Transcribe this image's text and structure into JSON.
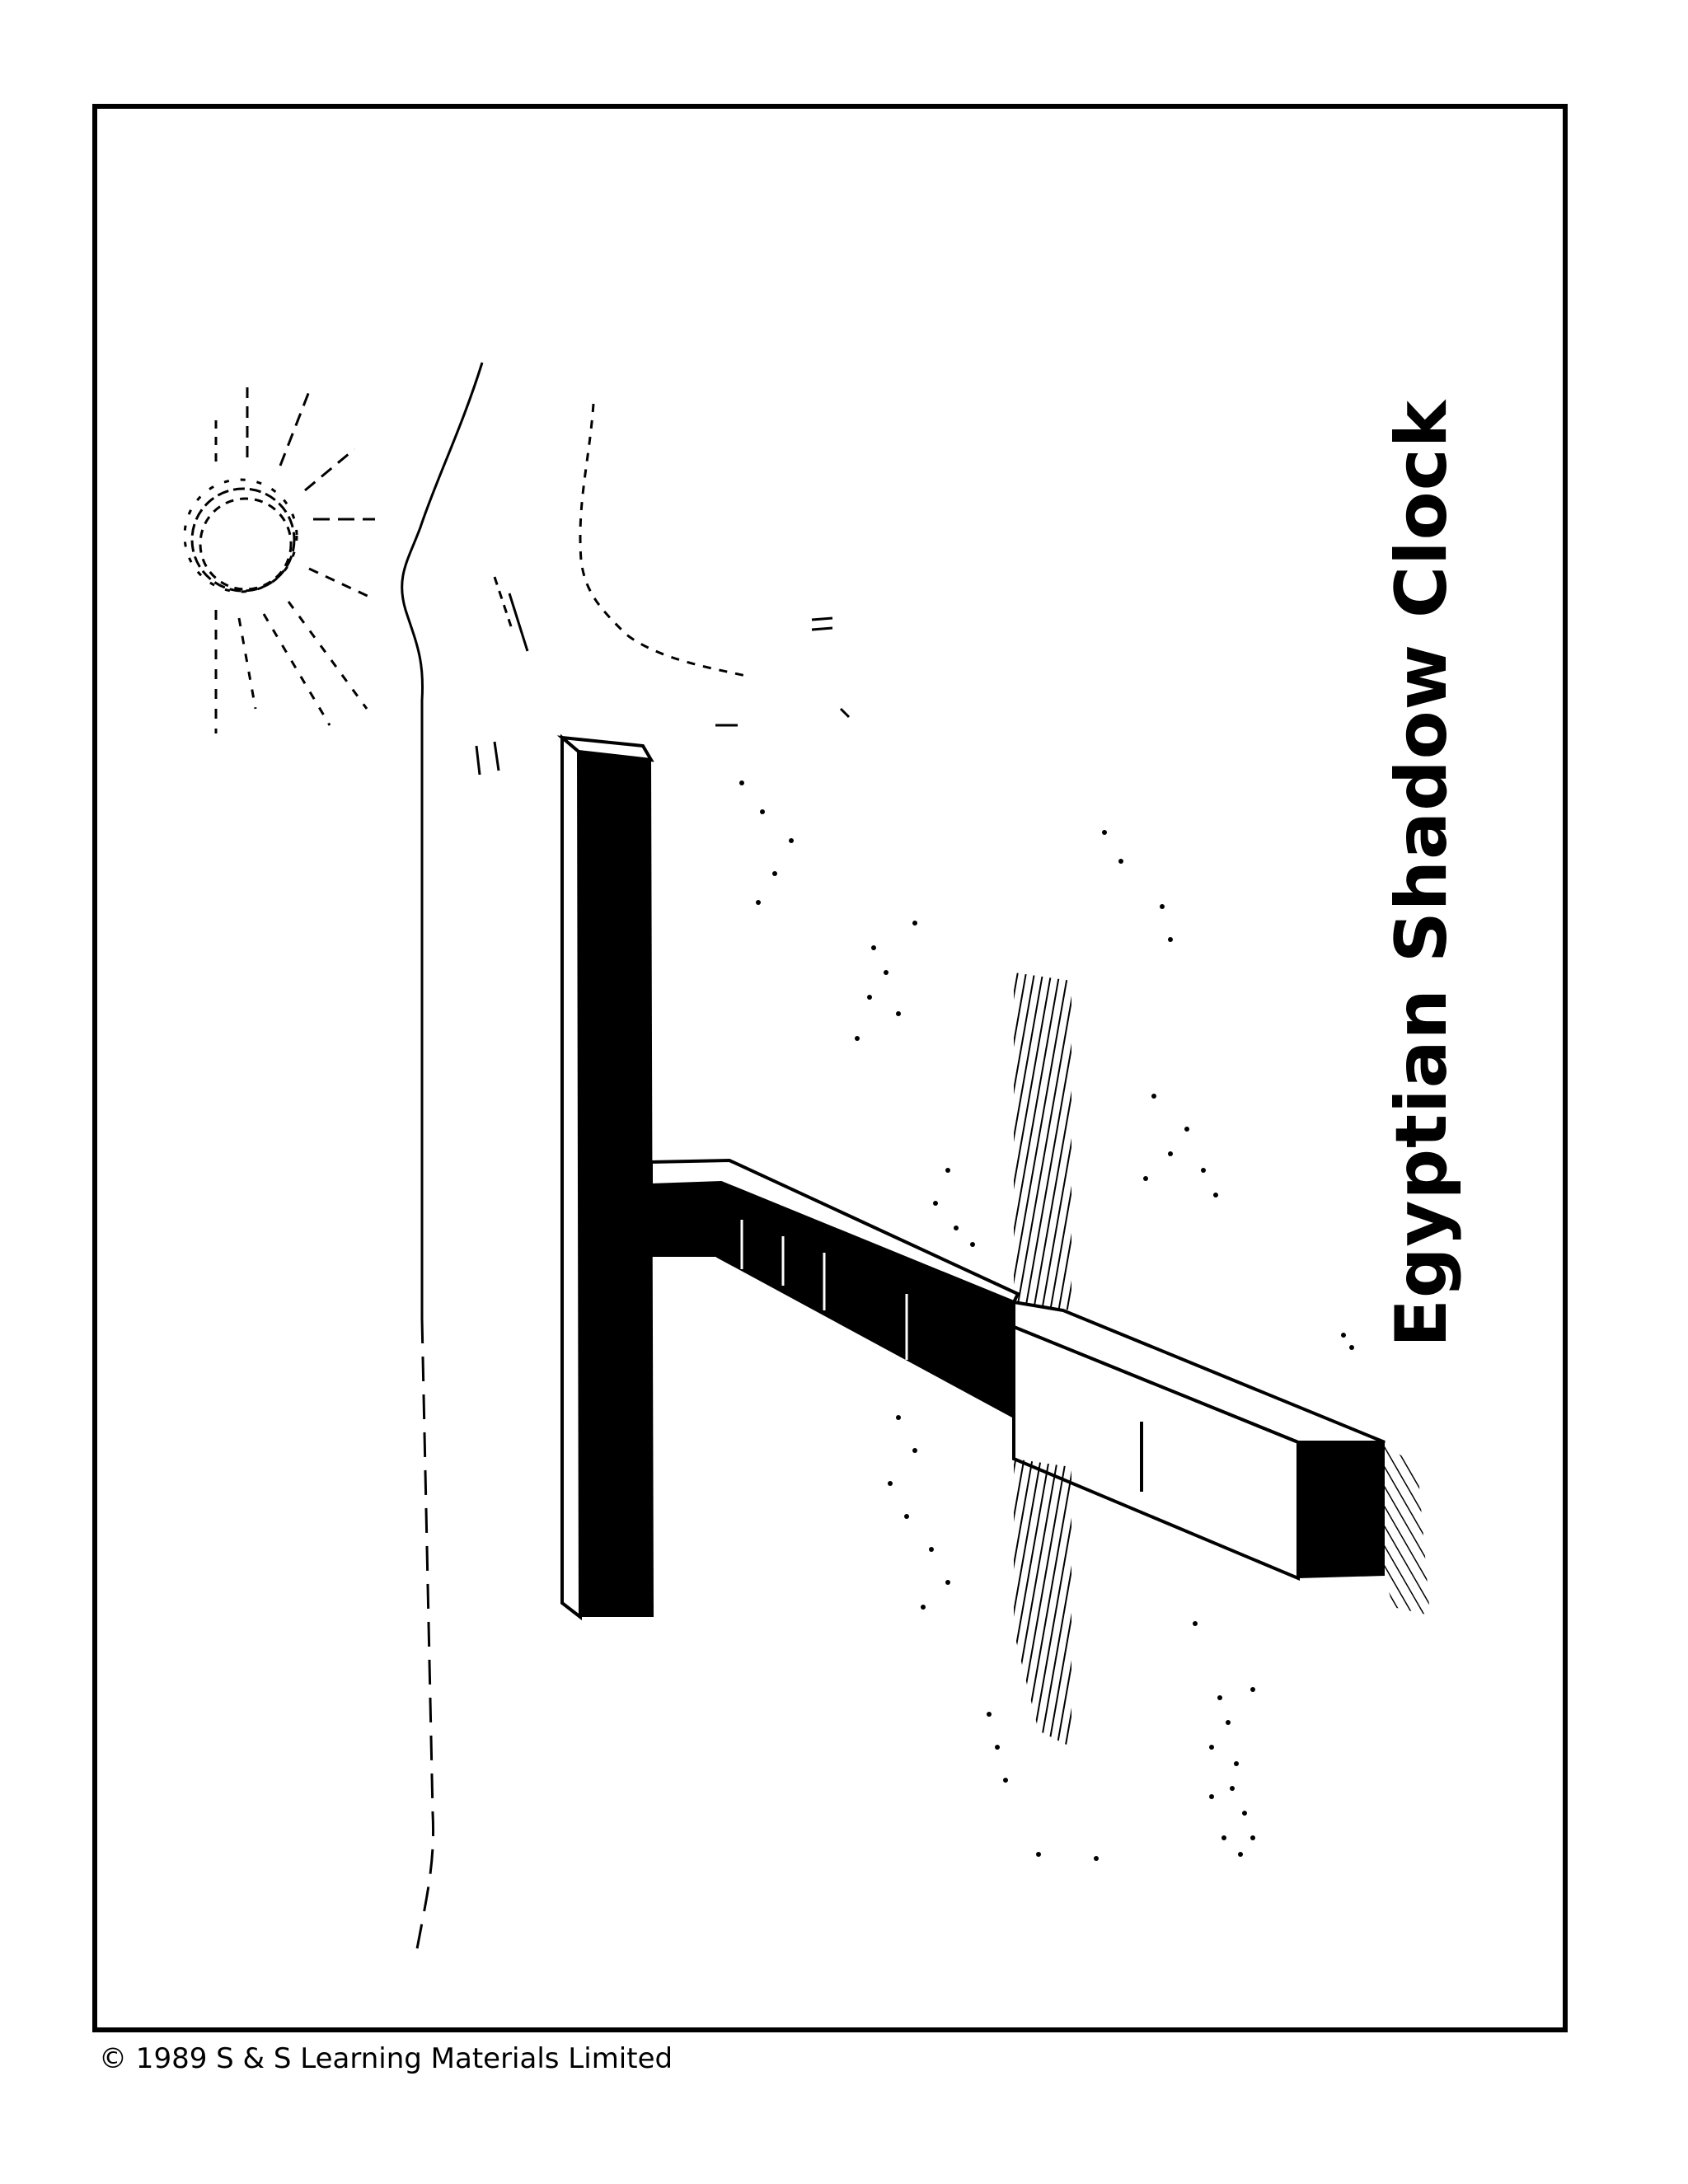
{
  "page": {
    "title": "Egyptian Shadow Clock",
    "copyright": "© 1989 S & S Learning Materials Limited"
  },
  "illustration": {
    "subject": "shadow clock",
    "elements": [
      "sun-icon",
      "ground-line",
      "upright-post",
      "sundial-arm",
      "shadow-hatching"
    ],
    "colors": {
      "ink": "#000000",
      "paper": "#ffffff"
    }
  }
}
